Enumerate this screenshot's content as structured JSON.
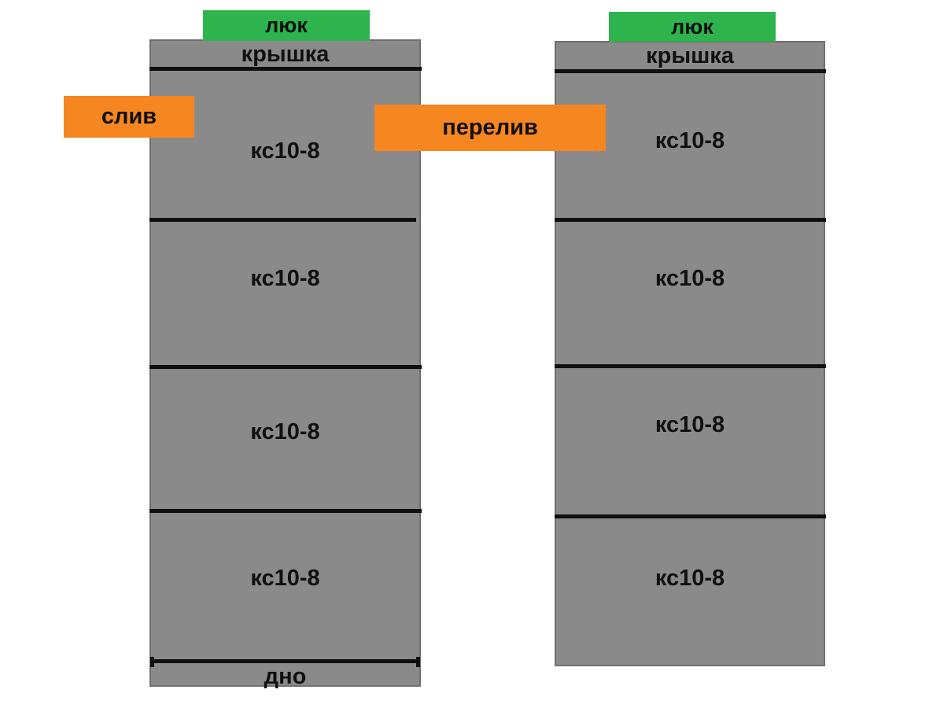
{
  "diagram": {
    "title": "two-chamber concrete ring septic tank scheme",
    "colors": {
      "background": "#ffffff",
      "column_gray": "#8a8a8a",
      "column_border": "#6f6f6f",
      "hatch_green": "#2db44d",
      "label_orange": "#f68620",
      "line_black": "#101010"
    },
    "columns": [
      {
        "id": "left-well",
        "hatch_label": "люк",
        "cover_label": "крышка",
        "rings": [
          "кс10-8",
          "кс10-8",
          "кс10-8",
          "кс10-8"
        ],
        "bottom_label": "дно"
      },
      {
        "id": "right-well",
        "hatch_label": "люк",
        "cover_label": "крышка",
        "rings": [
          "кс10-8",
          "кс10-8",
          "кс10-8",
          "кс10-8"
        ]
      }
    ],
    "annotations": {
      "drain": "слив",
      "overflow": "перелив"
    }
  }
}
